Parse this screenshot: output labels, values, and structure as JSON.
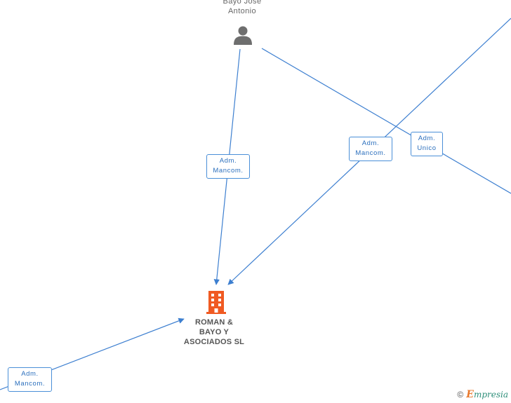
{
  "nodes": {
    "person": {
      "name_line1": "Bayo Jose",
      "name_line2": "Antonio",
      "icon": "person-icon",
      "color": "#6e6e6e"
    },
    "company": {
      "name_line1": "ROMAN &",
      "name_line2": "BAYO Y",
      "name_line3": "ASOCIADOS SL",
      "icon": "building-icon",
      "color": "#f05a22"
    }
  },
  "edge_labels": {
    "person_company": {
      "line1": "Adm.",
      "line2": "Mancom."
    },
    "topright_company": {
      "line1": "Adm.",
      "line2": "Mancom."
    },
    "person_right": {
      "line1": "Adm.",
      "line2": "Unico"
    },
    "bottomleft_company": {
      "line1": "Adm.",
      "line2": "Mancom."
    }
  },
  "colors": {
    "edge": "#3d7fd0",
    "label_border": "#4a8fd8",
    "label_text": "#2b6fbd"
  },
  "watermark": {
    "copyright": "©",
    "brand_initial": "E",
    "brand_rest": "mpresia"
  }
}
